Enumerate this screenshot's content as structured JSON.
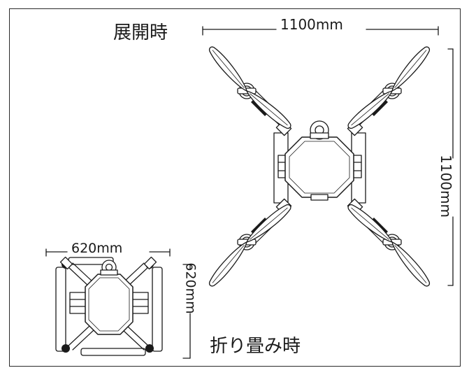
{
  "deployed": {
    "title": "展開時",
    "width_label": "1100mm",
    "height_label": "1100mm"
  },
  "folded": {
    "title": "折り畳み時",
    "width_label": "620mm",
    "height_label": "620mm"
  }
}
